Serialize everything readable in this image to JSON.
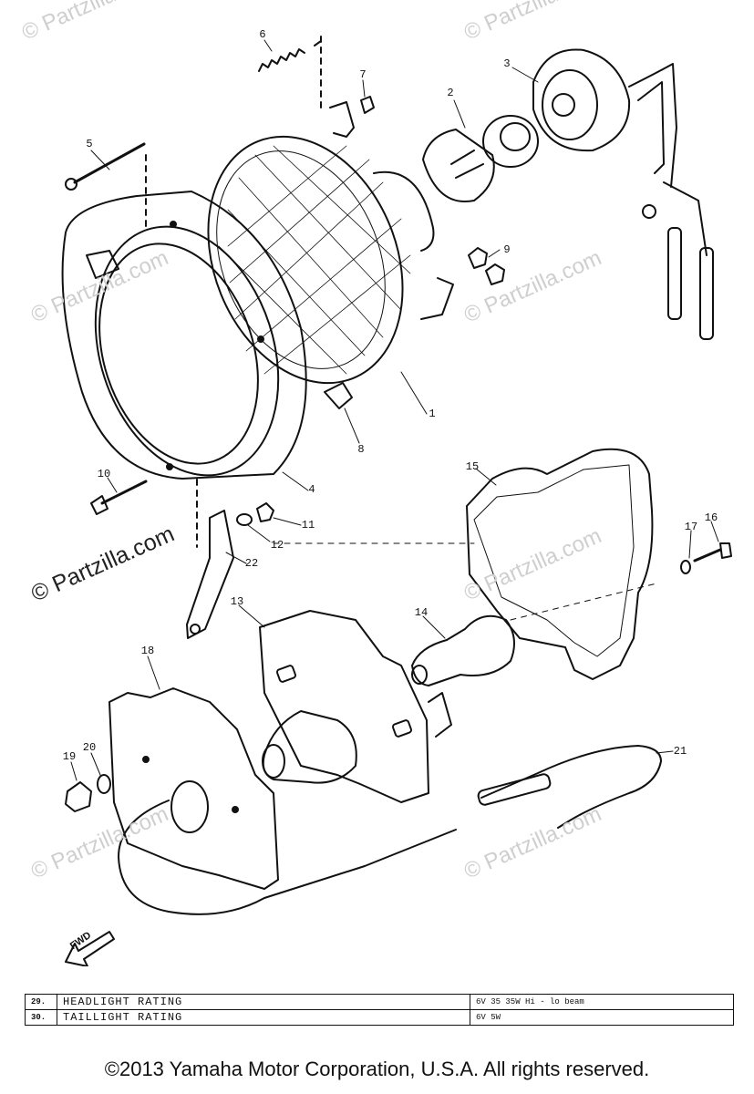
{
  "callouts": {
    "c1": "1",
    "c2": "2",
    "c3": "3",
    "c4": "4",
    "c5": "5",
    "c6": "6",
    "c7": "7",
    "c8": "8",
    "c9": "9",
    "c10": "10",
    "c11": "11",
    "c12": "12",
    "c13": "13",
    "c14": "14",
    "c15": "15",
    "c16": "16",
    "c17": "17",
    "c18": "18",
    "c19": "19",
    "c20": "20",
    "c21": "21",
    "c22": "22"
  },
  "fwd_label": "FWD",
  "ratings": [
    {
      "num": "29.",
      "label": "HEADLIGHT RATING",
      "value": "6V 35 35W Hi - lo beam"
    },
    {
      "num": "30.",
      "label": "TAILLIGHT RATING",
      "value": "6V 5W"
    }
  ],
  "watermark": {
    "text": "© Partzilla.com"
  },
  "copyright": "©2013 Yamaha Motor Corporation, U.S.A. All rights reserved."
}
